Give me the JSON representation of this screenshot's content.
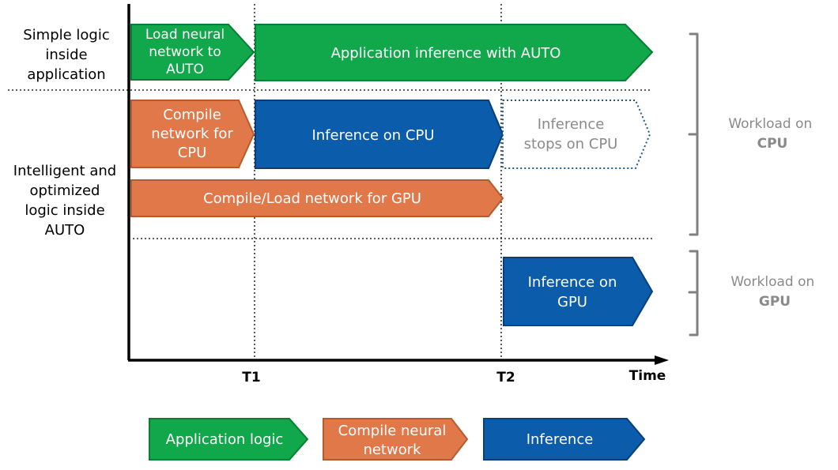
{
  "colors": {
    "green": "#10a84a",
    "green_stroke": "#0b7d34",
    "orange": "#e1784a",
    "orange_stroke": "#b65a2f",
    "blue": "#0b5cab",
    "blue_stroke": "#0a3f7a",
    "ghost_stroke": "#1e5a8a",
    "ghost_text": "#8a8a8a",
    "axis": "#000000",
    "bracket": "#808080",
    "workload_text": "#8a8a8a"
  },
  "rows": {
    "simple": [
      "Simple logic",
      "inside",
      "application"
    ],
    "intelligent": [
      "Intelligent and",
      "optimized",
      "logic inside",
      "AUTO"
    ]
  },
  "bars": {
    "load_auto": [
      "Load neural",
      "network to",
      "AUTO"
    ],
    "app_inference": [
      "Application inference with AUTO"
    ],
    "compile_cpu": [
      "Compile",
      "network for",
      "CPU"
    ],
    "inference_cpu": [
      "Inference on CPU"
    ],
    "inference_stops": [
      "Inference",
      "stops on CPU"
    ],
    "compile_gpu": [
      "Compile/Load network for GPU"
    ],
    "inference_gpu": [
      "Inference on",
      "GPU"
    ]
  },
  "workload": {
    "cpu": {
      "line1": "Workload on",
      "line2": "CPU"
    },
    "gpu": {
      "line1": "Workload on",
      "line2": "GPU"
    }
  },
  "axis": {
    "t1": "T1",
    "t2": "T2",
    "time": "Time"
  },
  "legend": {
    "application_logic": [
      "Application logic"
    ],
    "compile_neural": [
      "Compile neural",
      "network"
    ],
    "inference": [
      "Inference"
    ]
  }
}
